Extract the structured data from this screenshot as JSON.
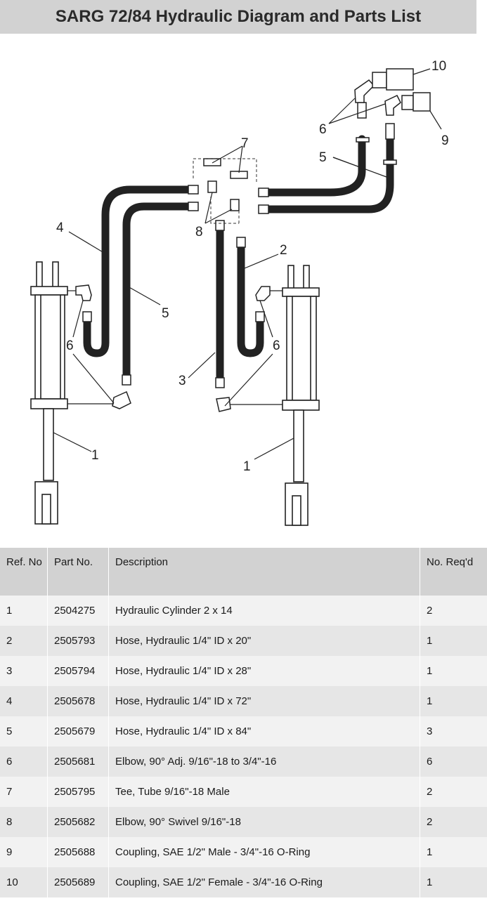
{
  "title": "SARG 72/84 Hydraulic Diagram and Parts List",
  "diagram": {
    "callouts": [
      "10",
      "6",
      "9",
      "5",
      "7",
      "8",
      "4",
      "2",
      "5",
      "6",
      "6",
      "3",
      "1",
      "1"
    ]
  },
  "table": {
    "headers": [
      "Ref. No",
      "Part No.",
      "Description",
      "No. Req'd"
    ],
    "rows": [
      [
        "1",
        "2504275",
        "Hydraulic Cylinder 2 x 14",
        "2"
      ],
      [
        "2",
        "2505793",
        "Hose, Hydraulic 1/4\" ID x 20\"",
        "1"
      ],
      [
        "3",
        "2505794",
        "Hose, Hydraulic 1/4\" ID x 28\"",
        "1"
      ],
      [
        "4",
        "2505678",
        "Hose, Hydraulic 1/4\" ID x 72\"",
        "1"
      ],
      [
        "5",
        "2505679",
        "Hose, Hydraulic 1/4\" ID x 84\"",
        "3"
      ],
      [
        "6",
        "2505681",
        "Elbow, 90° Adj. 9/16\"-18 to 3/4\"-16",
        "6"
      ],
      [
        "7",
        "2505795",
        "Tee, Tube 9/16\"-18 Male",
        "2"
      ],
      [
        "8",
        "2505682",
        "Elbow, 90° Swivel 9/16\"-18",
        "2"
      ],
      [
        "9",
        "2505688",
        "Coupling, SAE 1/2\" Male - 3/4\"-16 O-Ring",
        "1"
      ],
      [
        "10",
        "2505689",
        "Coupling, SAE 1/2\" Female - 3/4\"-16 O-Ring",
        "1"
      ]
    ]
  }
}
